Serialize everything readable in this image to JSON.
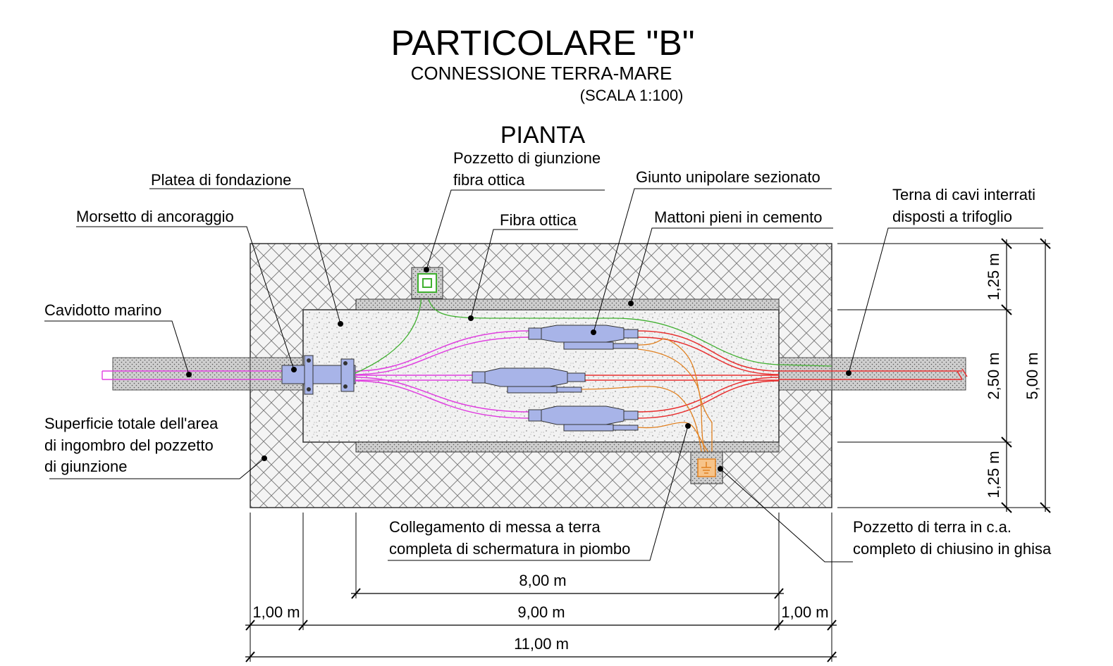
{
  "title": "PARTICOLARE \"B\"",
  "subtitle": "CONNESSIONE TERRA-MARE",
  "scale": "(SCALA 1:100)",
  "view": "PIANTA",
  "labels": {
    "fo_pozzetto_1": "Pozzetto di giunzione",
    "fo_pozzetto_2": "fibra ottica",
    "giunto": "Giunto unipolare sezionato",
    "platea": "Platea di fondazione",
    "terna_1": "Terna di cavi interrati",
    "terna_2": "disposti a trifoglio",
    "morsetto": "Morsetto di ancoraggio",
    "fibra": "Fibra ottica",
    "mattoni": "Mattoni pieni in cemento",
    "cavidotto": "Cavidotto marino",
    "superficie_1": "Superficie totale dell'area",
    "superficie_2": "di ingombro del pozzetto",
    "superficie_3": "di giunzione",
    "collegamento_1": "Collegamento di messa a terra",
    "collegamento_2": "completa di schermatura in piombo",
    "pozzetto_terra_1": "Pozzetto di terra in c.a.",
    "pozzetto_terra_2": "completo di chiusino in ghisa"
  },
  "dimensions": {
    "d_8": "8,00 m",
    "d_9": "9,00 m",
    "d_1_left": "1,00 m",
    "d_1_right": "1,00 m",
    "d_11": "11,00 m",
    "v_125_top": "1,25 m",
    "v_250": "2,50 m",
    "v_125_bottom": "1,25 m",
    "v_500": "5,00 m"
  },
  "colors": {
    "marine_cable": "#e040e0",
    "land_cable": "#e83030",
    "fiber": "#40b030",
    "earthing": "#e08020",
    "joint": "#a8b4e8",
    "concrete_hatch": "#606060"
  }
}
